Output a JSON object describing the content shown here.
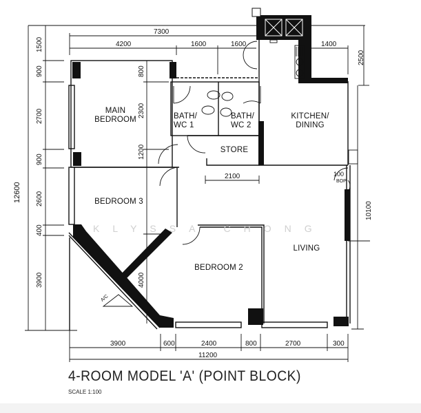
{
  "plan": {
    "title": "4-ROOM MODEL 'A' (POINT BLOCK)",
    "scale": "SCALE  1:100",
    "watermark": "KLYSSA CHONG"
  },
  "rooms": {
    "main_bedroom_line1": "MAIN",
    "main_bedroom_line2": "BEDROOM",
    "bath1_line1": "BATH/",
    "bath1_line2": "WC 1",
    "bath2_line1": "BATH/",
    "bath2_line2": "WC 2",
    "kitchen_line1": "KITCHEN/",
    "kitchen_line2": "DINING",
    "store": "STORE",
    "bedroom3": "BEDROOM 3",
    "bedroom2": "BEDROOM 2",
    "living": "LIVING",
    "ac_ledge": "A/C"
  },
  "dimensions": {
    "top": {
      "overall": "7300",
      "segments": [
        "4200",
        "1600",
        "1600"
      ],
      "kitchen_right": "1400",
      "right_top_vertical": "2500"
    },
    "bottom": {
      "segments": [
        "3900",
        "600",
        "2400",
        "800",
        "2700",
        "300"
      ],
      "overall": "11200"
    },
    "left": {
      "overall": "12600",
      "segments": [
        "1500",
        "900",
        "2700",
        "900",
        "2600",
        "400",
        "3900"
      ]
    },
    "interior": {
      "main_bedroom_segments": [
        "800",
        "2300",
        "1200"
      ],
      "store_width": "2100",
      "bedroom_diag": "4000",
      "bomb_shelter_door": "100",
      "bomb_shelter_label": "BOP"
    },
    "right": {
      "overall": "10100"
    }
  }
}
